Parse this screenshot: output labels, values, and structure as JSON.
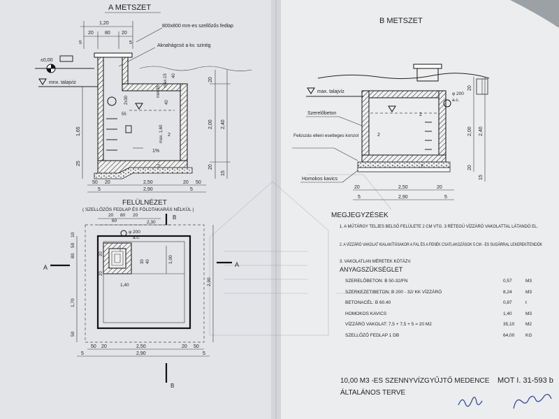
{
  "left_sheet": {
    "title_a": "A METSZET",
    "vent_cover_note": "800x800 mm-es szellőzős fedlap",
    "ladder_note": "Aknahágcsó a kv. szintig",
    "zero_level": "±0,00",
    "max_water_table": "mnx. talajvíz",
    "dims_top": [
      "1,20",
      "20",
      "80",
      "20",
      "5",
      "5"
    ],
    "dims_vertical_left": [
      "1,65",
      "25"
    ],
    "dims_vertical_right": [
      "20",
      "2,00",
      "2,40",
      "20",
      "15"
    ],
    "inner_labels": [
      "min.35",
      "max.15",
      "2x30",
      "55",
      "max. 1,60",
      "1%",
      "2",
      "2",
      "40",
      "40"
    ],
    "dims_bottom": [
      "50",
      "20",
      "2,50",
      "20",
      "50",
      "5",
      "2,90",
      "5"
    ],
    "plan_title": "FELÜLNÉZET",
    "plan_subtitle": "( SZELLŐZŐS FEDLAP ÉS FÖLDTAKARÁS NÉLKÜL )",
    "plan_dims_top": [
      "60",
      "20",
      "80",
      "20",
      "2,30",
      "φ 200",
      "a.c."
    ],
    "plan_dims_left": [
      "80",
      "1,70",
      "50",
      "10",
      "50",
      "2,90"
    ],
    "plan_dims_right": [
      "1,00",
      "1,40"
    ],
    "plan_inner": [
      "30",
      "40",
      "20",
      "20"
    ],
    "plan_dims_bottom": [
      "50",
      "20",
      "2,50",
      "20",
      "50",
      "5",
      "2,90",
      "5"
    ],
    "section_mark_a": "A",
    "section_mark_b": "B"
  },
  "right_sheet": {
    "title_b": "B METSZET",
    "max_water_table": "max. talajvíz",
    "pipe_note": "φ 200",
    "pipe_note2": "a.c.",
    "labels": [
      "Szerelőbeton",
      "Felúszás elleni esetleges konzol",
      "Homokos kavics"
    ],
    "dims_right": [
      "20",
      "2,00",
      "2,40",
      "20",
      "15"
    ],
    "dims_bottom": [
      "20",
      "2,50",
      "20",
      "5",
      "2,90",
      "5"
    ],
    "inner_labels": [
      "2",
      "2",
      "2"
    ],
    "remarks_title": "MEGJEGYZÉSEK",
    "remarks": [
      "1. A MŰTÁRGY TELJES BELSŐ FELÜLETE 2 CM VTG. 3 RÉTEGŰ VÍZZÁRÓ VAKOLATTAL LÁTANDÓ EL.",
      "2. A VÍZZÁRÓ VAKOLAT KIALAKÍTÁSAKOR A FAL ÉS A FENÉK CSATLAKOZÁSOK 5 CM - ES SUGÁRRAL LEKEREKÍTENDŐK",
      "3. VAKOLATLAN MÉRETEK KÓTÁZV."
    ],
    "materials_title": "ANYAGSZÜKSÉGLET",
    "materials": [
      {
        "name": "SZERELŐBETON: B 50-32/FN",
        "qty": "0,57",
        "unit": "M3"
      },
      {
        "name": "SZERKEZETIBETON: B 200 - 32/ KK VÍZZÁRÓ",
        "qty": "8,24",
        "unit": "M3"
      },
      {
        "name": "BETONACÉL: B 60.40",
        "qty": "0,87",
        "unit": "t"
      },
      {
        "name": "HOMOKOS KAVICS",
        "qty": "1,40",
        "unit": "M3"
      },
      {
        "name": "VÍZZÁRÓ VAKOLAT: 7,5 + 7,5 + 5 = 20 M2",
        "qty": "35,10",
        "unit": "M2"
      },
      {
        "name": "SZELLŐZŐ FEDLAP 1 DB",
        "qty": "64,00",
        "unit": "KG"
      }
    ],
    "footer_title_1": "10,00 M3 -ES SZENNYVÍZGYŰJTŐ MEDENCE",
    "footer_title_2": "ÁLTALÁNOS TERVE",
    "drawing_code": "MOT I. 31-593 b",
    "signature_1": "dify",
    "signature_2": "Suritz"
  },
  "colors": {
    "paper_left": "#e4e5e9",
    "paper_right": "#eceef0",
    "ink": "#1f1f1f"
  }
}
